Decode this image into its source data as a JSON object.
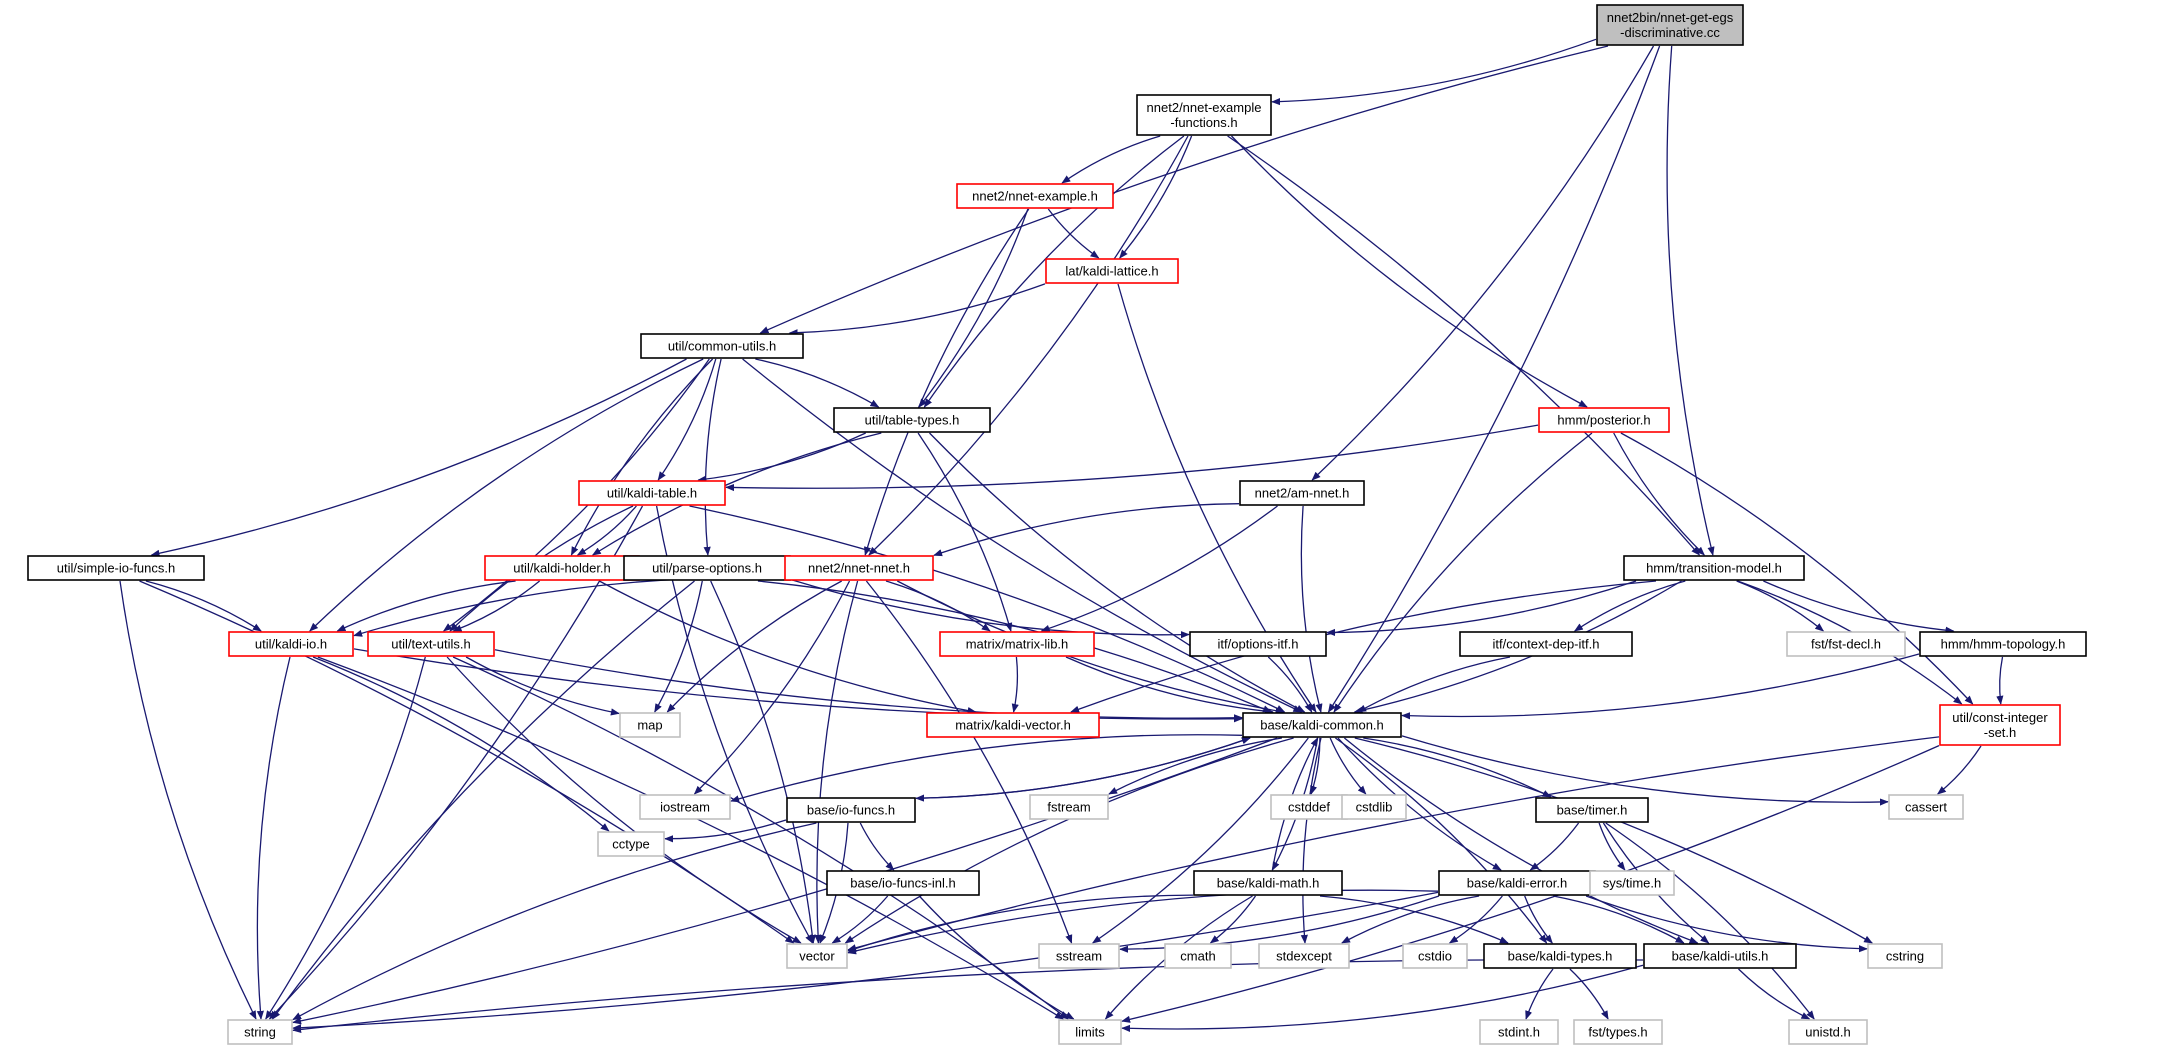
{
  "colors": {
    "edge": "#191970",
    "border_default": "#000000",
    "border_incomplete": "#ff0000",
    "border_system": "#bfbfbf",
    "fill_root": "#bfbfbf",
    "fill_default": "#ffffff"
  },
  "nodes": [
    {
      "id": "root",
      "lines": [
        "nnet2bin/nnet-get-egs",
        "-discriminative.cc"
      ],
      "style": "root"
    },
    {
      "id": "nnet_example_functions",
      "lines": [
        "nnet2/nnet-example",
        "-functions.h"
      ],
      "style": "default"
    },
    {
      "id": "nnet_example",
      "lines": [
        "nnet2/nnet-example.h"
      ],
      "style": "incomplete"
    },
    {
      "id": "kaldi_lattice",
      "lines": [
        "lat/kaldi-lattice.h"
      ],
      "style": "incomplete"
    },
    {
      "id": "common_utils",
      "lines": [
        "util/common-utils.h"
      ],
      "style": "default"
    },
    {
      "id": "table_types",
      "lines": [
        "util/table-types.h"
      ],
      "style": "default"
    },
    {
      "id": "posterior",
      "lines": [
        "hmm/posterior.h"
      ],
      "style": "incomplete"
    },
    {
      "id": "kaldi_table",
      "lines": [
        "util/kaldi-table.h"
      ],
      "style": "incomplete"
    },
    {
      "id": "am_nnet",
      "lines": [
        "nnet2/am-nnet.h"
      ],
      "style": "default"
    },
    {
      "id": "simple_io_funcs",
      "lines": [
        "util/simple-io-funcs.h"
      ],
      "style": "default"
    },
    {
      "id": "kaldi_holder",
      "lines": [
        "util/kaldi-holder.h"
      ],
      "style": "incomplete"
    },
    {
      "id": "parse_options",
      "lines": [
        "util/parse-options.h"
      ],
      "style": "default"
    },
    {
      "id": "nnet_nnet",
      "lines": [
        "nnet2/nnet-nnet.h"
      ],
      "style": "incomplete"
    },
    {
      "id": "transition_model",
      "lines": [
        "hmm/transition-model.h"
      ],
      "style": "default"
    },
    {
      "id": "kaldi_io",
      "lines": [
        "util/kaldi-io.h"
      ],
      "style": "incomplete"
    },
    {
      "id": "text_utils",
      "lines": [
        "util/text-utils.h"
      ],
      "style": "incomplete"
    },
    {
      "id": "matrix_lib",
      "lines": [
        "matrix/matrix-lib.h"
      ],
      "style": "incomplete"
    },
    {
      "id": "options_itf",
      "lines": [
        "itf/options-itf.h"
      ],
      "style": "default"
    },
    {
      "id": "context_dep_itf",
      "lines": [
        "itf/context-dep-itf.h"
      ],
      "style": "default"
    },
    {
      "id": "fst_decl",
      "lines": [
        "fst/fst-decl.h"
      ],
      "style": "system"
    },
    {
      "id": "hmm_topology",
      "lines": [
        "hmm/hmm-topology.h"
      ],
      "style": "default"
    },
    {
      "id": "map",
      "lines": [
        "map"
      ],
      "style": "system"
    },
    {
      "id": "kaldi_vector",
      "lines": [
        "matrix/kaldi-vector.h"
      ],
      "style": "incomplete"
    },
    {
      "id": "kaldi_common",
      "lines": [
        "base/kaldi-common.h"
      ],
      "style": "default"
    },
    {
      "id": "const_integer_set",
      "lines": [
        "util/const-integer",
        "-set.h"
      ],
      "style": "incomplete"
    },
    {
      "id": "iostream",
      "lines": [
        "iostream"
      ],
      "style": "system"
    },
    {
      "id": "io_funcs",
      "lines": [
        "base/io-funcs.h"
      ],
      "style": "default"
    },
    {
      "id": "fstream",
      "lines": [
        "fstream"
      ],
      "style": "system"
    },
    {
      "id": "cstddef",
      "lines": [
        "cstddef"
      ],
      "style": "system"
    },
    {
      "id": "cstdlib",
      "lines": [
        "cstdlib"
      ],
      "style": "system"
    },
    {
      "id": "timer",
      "lines": [
        "base/timer.h"
      ],
      "style": "default"
    },
    {
      "id": "cassert",
      "lines": [
        "cassert"
      ],
      "style": "system"
    },
    {
      "id": "cctype",
      "lines": [
        "cctype"
      ],
      "style": "system"
    },
    {
      "id": "io_funcs_inl",
      "lines": [
        "base/io-funcs-inl.h"
      ],
      "style": "default"
    },
    {
      "id": "kaldi_math",
      "lines": [
        "base/kaldi-math.h"
      ],
      "style": "default"
    },
    {
      "id": "kaldi_error",
      "lines": [
        "base/kaldi-error.h"
      ],
      "style": "default"
    },
    {
      "id": "sys_time",
      "lines": [
        "sys/time.h"
      ],
      "style": "system"
    },
    {
      "id": "vector",
      "lines": [
        "vector"
      ],
      "style": "system"
    },
    {
      "id": "sstream",
      "lines": [
        "sstream"
      ],
      "style": "system"
    },
    {
      "id": "cmath",
      "lines": [
        "cmath"
      ],
      "style": "system"
    },
    {
      "id": "stdexcept",
      "lines": [
        "stdexcept"
      ],
      "style": "system"
    },
    {
      "id": "cstdio",
      "lines": [
        "cstdio"
      ],
      "style": "system"
    },
    {
      "id": "kaldi_types",
      "lines": [
        "base/kaldi-types.h"
      ],
      "style": "default"
    },
    {
      "id": "kaldi_utils",
      "lines": [
        "base/kaldi-utils.h"
      ],
      "style": "default"
    },
    {
      "id": "cstring",
      "lines": [
        "cstring"
      ],
      "style": "system"
    },
    {
      "id": "string",
      "lines": [
        "string"
      ],
      "style": "system"
    },
    {
      "id": "limits",
      "lines": [
        "limits"
      ],
      "style": "system"
    },
    {
      "id": "stdint",
      "lines": [
        "stdint.h"
      ],
      "style": "system"
    },
    {
      "id": "fst_types",
      "lines": [
        "fst/types.h"
      ],
      "style": "system"
    },
    {
      "id": "unistd",
      "lines": [
        "unistd.h"
      ],
      "style": "system"
    }
  ],
  "edges": [
    [
      "root",
      "nnet_example_functions"
    ],
    [
      "root",
      "common_utils"
    ],
    [
      "root",
      "am_nnet"
    ],
    [
      "root",
      "transition_model"
    ],
    [
      "root",
      "kaldi_common"
    ],
    [
      "nnet_example_functions",
      "nnet_example"
    ],
    [
      "nnet_example_functions",
      "kaldi_lattice"
    ],
    [
      "nnet_example_functions",
      "table_types"
    ],
    [
      "nnet_example_functions",
      "nnet_nnet"
    ],
    [
      "nnet_example_functions",
      "posterior"
    ],
    [
      "nnet_example_functions",
      "transition_model"
    ],
    [
      "nnet_example",
      "kaldi_lattice"
    ],
    [
      "nnet_example",
      "table_types"
    ],
    [
      "nnet_example",
      "nnet_nnet"
    ],
    [
      "kaldi_lattice",
      "common_utils"
    ],
    [
      "kaldi_lattice",
      "kaldi_common"
    ],
    [
      "common_utils",
      "simple_io_funcs"
    ],
    [
      "common_utils",
      "kaldi_io"
    ],
    [
      "common_utils",
      "kaldi_table"
    ],
    [
      "common_utils",
      "kaldi_holder"
    ],
    [
      "common_utils",
      "text_utils"
    ],
    [
      "common_utils",
      "parse_options"
    ],
    [
      "common_utils",
      "table_types"
    ],
    [
      "common_utils",
      "kaldi_common"
    ],
    [
      "table_types",
      "kaldi_table"
    ],
    [
      "table_types",
      "kaldi_holder"
    ],
    [
      "table_types",
      "matrix_lib"
    ],
    [
      "table_types",
      "kaldi_common"
    ],
    [
      "posterior",
      "kaldi_table"
    ],
    [
      "posterior",
      "transition_model"
    ],
    [
      "posterior",
      "const_integer_set"
    ],
    [
      "posterior",
      "kaldi_common"
    ],
    [
      "kaldi_table",
      "kaldi_holder"
    ],
    [
      "kaldi_table",
      "text_utils"
    ],
    [
      "kaldi_table",
      "string"
    ],
    [
      "kaldi_table",
      "vector"
    ],
    [
      "kaldi_table",
      "kaldi_common"
    ],
    [
      "am_nnet",
      "nnet_nnet"
    ],
    [
      "am_nnet",
      "matrix_lib"
    ],
    [
      "am_nnet",
      "kaldi_common"
    ],
    [
      "simple_io_funcs",
      "kaldi_io"
    ],
    [
      "simple_io_funcs",
      "string"
    ],
    [
      "simple_io_funcs",
      "vector"
    ],
    [
      "kaldi_holder",
      "kaldi_io"
    ],
    [
      "kaldi_holder",
      "text_utils"
    ],
    [
      "kaldi_holder",
      "kaldi_vector"
    ],
    [
      "parse_options",
      "map"
    ],
    [
      "parse_options",
      "string"
    ],
    [
      "parse_options",
      "vector"
    ],
    [
      "parse_options",
      "options_itf"
    ],
    [
      "parse_options",
      "kaldi_common"
    ],
    [
      "nnet_nnet",
      "kaldi_io"
    ],
    [
      "nnet_nnet",
      "matrix_lib"
    ],
    [
      "nnet_nnet",
      "map"
    ],
    [
      "nnet_nnet",
      "iostream"
    ],
    [
      "nnet_nnet",
      "vector"
    ],
    [
      "nnet_nnet",
      "sstream"
    ],
    [
      "nnet_nnet",
      "kaldi_common"
    ],
    [
      "transition_model",
      "options_itf"
    ],
    [
      "transition_model",
      "context_dep_itf"
    ],
    [
      "transition_model",
      "fst_decl"
    ],
    [
      "transition_model",
      "hmm_topology"
    ],
    [
      "transition_model",
      "const_integer_set"
    ],
    [
      "transition_model",
      "kaldi_vector"
    ],
    [
      "transition_model",
      "kaldi_common"
    ],
    [
      "kaldi_io",
      "kaldi_common"
    ],
    [
      "kaldi_io",
      "cctype"
    ],
    [
      "kaldi_io",
      "string"
    ],
    [
      "kaldi_io",
      "limits"
    ],
    [
      "text_utils",
      "map"
    ],
    [
      "text_utils",
      "string"
    ],
    [
      "text_utils",
      "vector"
    ],
    [
      "text_utils",
      "limits"
    ],
    [
      "text_utils",
      "kaldi_common"
    ],
    [
      "matrix_lib",
      "kaldi_vector"
    ],
    [
      "matrix_lib",
      "kaldi_common"
    ],
    [
      "options_itf",
      "kaldi_common"
    ],
    [
      "context_dep_itf",
      "kaldi_common"
    ],
    [
      "hmm_topology",
      "kaldi_common"
    ],
    [
      "hmm_topology",
      "const_integer_set"
    ],
    [
      "const_integer_set",
      "cassert"
    ],
    [
      "const_integer_set",
      "vector"
    ],
    [
      "const_integer_set",
      "limits"
    ],
    [
      "kaldi_common",
      "iostream"
    ],
    [
      "kaldi_common",
      "io_funcs"
    ],
    [
      "kaldi_common",
      "fstream"
    ],
    [
      "kaldi_common",
      "cstddef"
    ],
    [
      "kaldi_common",
      "cstdlib"
    ],
    [
      "kaldi_common",
      "timer"
    ],
    [
      "kaldi_common",
      "cassert"
    ],
    [
      "kaldi_common",
      "string"
    ],
    [
      "kaldi_common",
      "vector"
    ],
    [
      "kaldi_common",
      "sstream"
    ],
    [
      "kaldi_common",
      "stdexcept"
    ],
    [
      "kaldi_common",
      "kaldi_math"
    ],
    [
      "kaldi_common",
      "kaldi_error"
    ],
    [
      "kaldi_common",
      "kaldi_types"
    ],
    [
      "kaldi_common",
      "kaldi_utils"
    ],
    [
      "kaldi_common",
      "cstring"
    ],
    [
      "io_funcs",
      "kaldi_common"
    ],
    [
      "io_funcs",
      "cctype"
    ],
    [
      "io_funcs",
      "io_funcs_inl"
    ],
    [
      "io_funcs",
      "vector"
    ],
    [
      "io_funcs",
      "string"
    ],
    [
      "io_funcs_inl",
      "vector"
    ],
    [
      "io_funcs_inl",
      "limits"
    ],
    [
      "kaldi_math",
      "kaldi_common"
    ],
    [
      "kaldi_math",
      "vector"
    ],
    [
      "kaldi_math",
      "cmath"
    ],
    [
      "kaldi_math",
      "limits"
    ],
    [
      "kaldi_math",
      "kaldi_types"
    ],
    [
      "timer",
      "sys_time"
    ],
    [
      "timer",
      "kaldi_error"
    ],
    [
      "timer",
      "kaldi_utils"
    ],
    [
      "timer",
      "unistd"
    ],
    [
      "kaldi_error",
      "vector"
    ],
    [
      "kaldi_error",
      "sstream"
    ],
    [
      "kaldi_error",
      "stdexcept"
    ],
    [
      "kaldi_error",
      "cstdio"
    ],
    [
      "kaldi_error",
      "kaldi_types"
    ],
    [
      "kaldi_error",
      "kaldi_utils"
    ],
    [
      "kaldi_error",
      "cstring"
    ],
    [
      "kaldi_error",
      "string"
    ],
    [
      "kaldi_types",
      "stdint"
    ],
    [
      "kaldi_types",
      "fst_types"
    ],
    [
      "kaldi_utils",
      "string"
    ],
    [
      "kaldi_utils",
      "limits"
    ],
    [
      "kaldi_utils",
      "unistd"
    ]
  ]
}
